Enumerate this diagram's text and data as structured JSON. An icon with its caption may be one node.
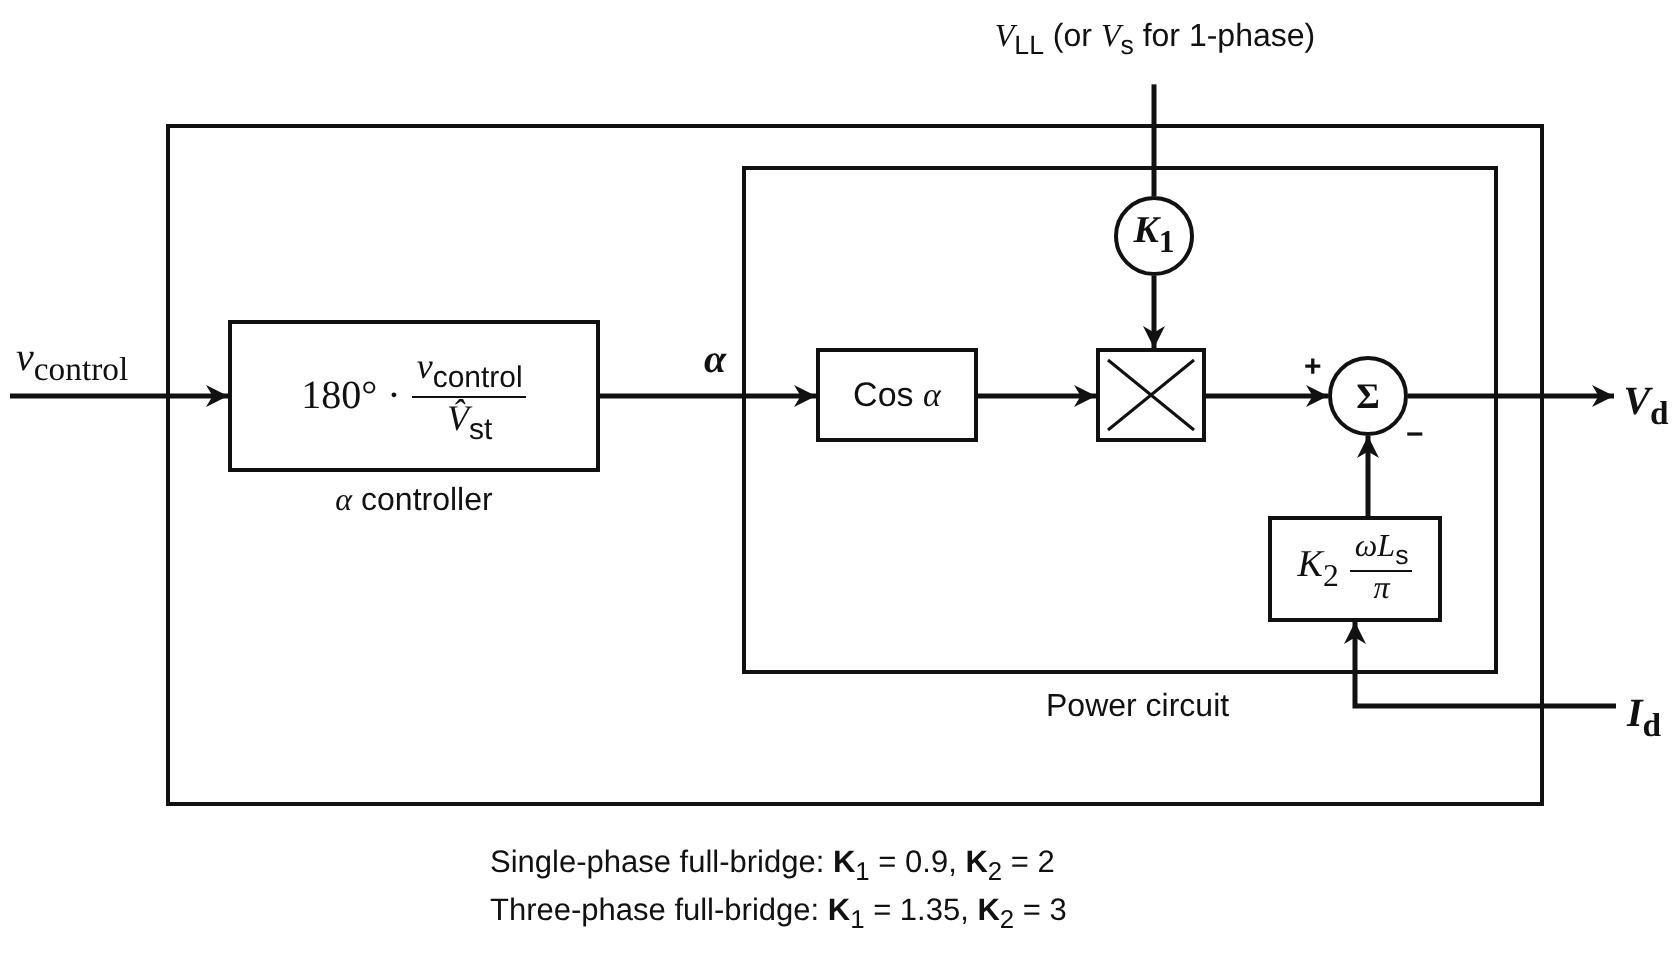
{
  "diagram": {
    "nodes": [
      {
        "text": [],
        "shape": "box"
      },
      {
        "text": [
          "*v*$_{control}$"
        ]
      },
      {
        "text": [
          "180° ·",
          "*v*$_{control}$",
          "*V̂*$_{st}$"
        ],
        "beside": [
          "*α* controller"
        ],
        "in": 0
      },
      {
        "text": [
          "Power circuit"
        ],
        "in": 0
      },
      {
        "text": [
          "Cos *α*"
        ],
        "in": 3
      },
      {
        "text": [
          "*K*$_{1}$"
        ],
        "in": 3
      },
      {
        "text": [],
        "shape": "box",
        "in": 3
      },
      {
        "text": [
          "Σ"
        ],
        "in": 3
      },
      {
        "text": [
          "*K*$_{2}$",
          "*ωL*$_{s}$",
          "*π*"
        ],
        "in": 3
      },
      {
        "text": [
          "*V*$_{LL}$ (or *V*$_{s}$ for 1-phase)"
        ]
      },
      {
        "text": [
          "*V*$_{d}$"
        ]
      },
      {
        "text": [
          "*I*$_{d}$"
        ]
      }
    ],
    "edges": [
      {
        "from": 1,
        "to": 2,
        "arrow": "to"
      },
      {
        "from": 2,
        "to": 4,
        "arrow": "to",
        "label": "*α*"
      },
      {
        "from": 9,
        "to": 5,
        "arrow": "none"
      },
      {
        "from": 5,
        "to": 6,
        "arrow": "to"
      },
      {
        "from": 4,
        "to": 6,
        "arrow": "to"
      },
      {
        "from": 6,
        "to": 7,
        "arrow": "to",
        "label": "+"
      },
      {
        "from": 8,
        "to": 7,
        "arrow": "to",
        "label": "−"
      },
      {
        "from": 7,
        "to": 10,
        "arrow": "to"
      },
      {
        "from": 11,
        "to": 8,
        "arrow": "to"
      }
    ],
    "labels": [
      "Single-phase full-bridge: **K**$_{1}$ = 0.9, **K**$_{2}$ = 2",
      "Three-phase full-bridge: **K**$_{1}$ = 1.35, **K**$_{2}$ = 3"
    ]
  }
}
